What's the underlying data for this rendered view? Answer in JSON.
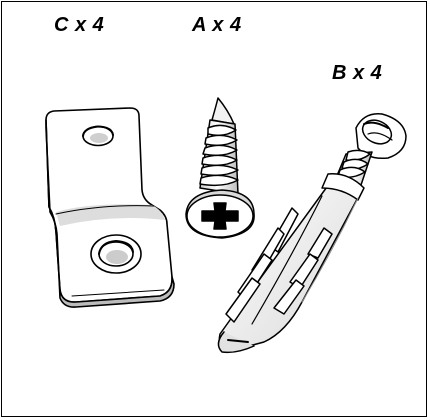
{
  "parts": [
    {
      "id": "C",
      "label": "C x 4",
      "item": "angle-bracket-icon"
    },
    {
      "id": "A",
      "label": "A x 4",
      "item": "phillips-screw-icon"
    },
    {
      "id": "B",
      "label": "B x 4",
      "item": "wall-anchor-plug-icon"
    }
  ],
  "colors": {
    "outline": "#000000",
    "shade": "#cfcfcf",
    "light": "#ffffff"
  }
}
